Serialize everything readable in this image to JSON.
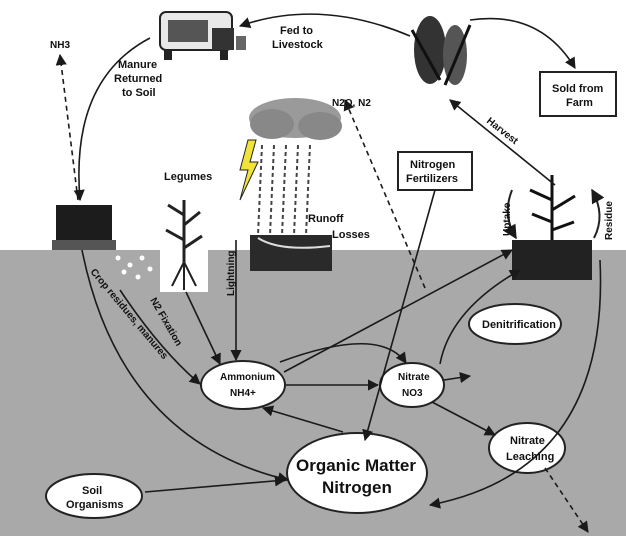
{
  "labels": {
    "nh3_air": "NH3",
    "manure_1": "Manure",
    "manure_2": "Returned",
    "manure_3": "to Soil",
    "fed_1": "Fed to",
    "fed_2": "Livestock",
    "sold_1": "Sold from",
    "sold_2": "Farm",
    "n2o": "N2O, N2",
    "legumes": "Legumes",
    "nfert_1": "Nitrogen",
    "nfert_2": "Fertilizers",
    "harvest": "Harvest",
    "uptake": "Uptake",
    "residue": "Residue",
    "runoff_1": "Runoff",
    "runoff_2": "Losses",
    "lightning": "Lightning",
    "fixation": "N2 Fixation",
    "crop_residues": "Crop residues, manures",
    "denitrification": "Denitrification",
    "ammonium_1": "Ammonium",
    "ammonium_2": "NH4+",
    "nitrate_1": "Nitrate",
    "nitrate_2": "NO3",
    "leaching_1": "Nitrate",
    "leaching_2": "Leaching",
    "om_1": "Organic Matter",
    "om_2": "Nitrogen",
    "soil_1": "Soil",
    "soil_2": "Organisms"
  },
  "colors": {
    "soil": "#a9a9a9",
    "sky": "#ffffff",
    "line": "#1a1a1a",
    "lightning": "#f2e33a"
  }
}
